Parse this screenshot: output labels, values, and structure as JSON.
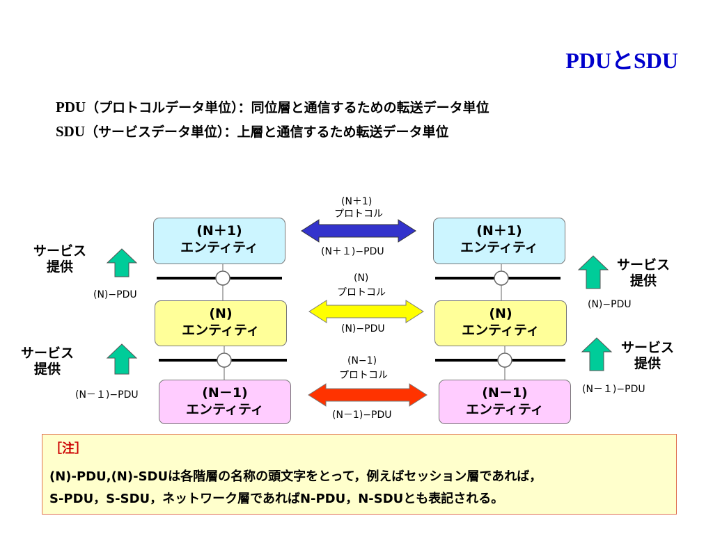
{
  "title": "PDUとSDU",
  "definitions": [
    {
      "abbr": "PDU",
      "text": "（プロトコルデータ単位）：同位層と通信するための転送データ単位"
    },
    {
      "abbr": "SDU",
      "text": "（サービスデータ単位）：上層と通信するため転送データ単位"
    }
  ],
  "entities": {
    "n_plus_1": {
      "line1": "(N＋1)",
      "line2": "エンティティ"
    },
    "n": {
      "line1": "(N)",
      "line2": "エンティティ"
    },
    "n_minus_1": {
      "line1": "(N－1)",
      "line2": "エンティティ"
    }
  },
  "protocols": {
    "n_plus_1": {
      "line1": "(N＋1)",
      "line2": "プロトコル",
      "pdu": "(N＋１)−PDU",
      "color": "#3333cc"
    },
    "n": {
      "line1": "(N)",
      "line2": "プロトコル",
      "pdu": "(N)−PDU",
      "color": "#ffff00"
    },
    "n_minus_1": {
      "line1": "(N−1)",
      "line2": "プロトコル",
      "pdu": "(N－1)−PDU",
      "color": "#ff3300"
    }
  },
  "service": {
    "line1": "サービス",
    "line2": "提供",
    "arrow_color": "#00cc99"
  },
  "side_pdus": {
    "left_upper": "(N)−PDU",
    "left_lower": "(N－１)−PDU",
    "right_upper": "(N)−PDU",
    "right_lower": "(N－１)−PDU"
  },
  "note": {
    "heading": "［注］",
    "line1": "(N)-PDU,(N)-SDUは各階層の名称の頭文字をとって，例えばセッション層であれば，",
    "line2": "S-PDU，S-SDU，ネットワーク層であればN-PDU，N-SDUとも表記される。"
  }
}
